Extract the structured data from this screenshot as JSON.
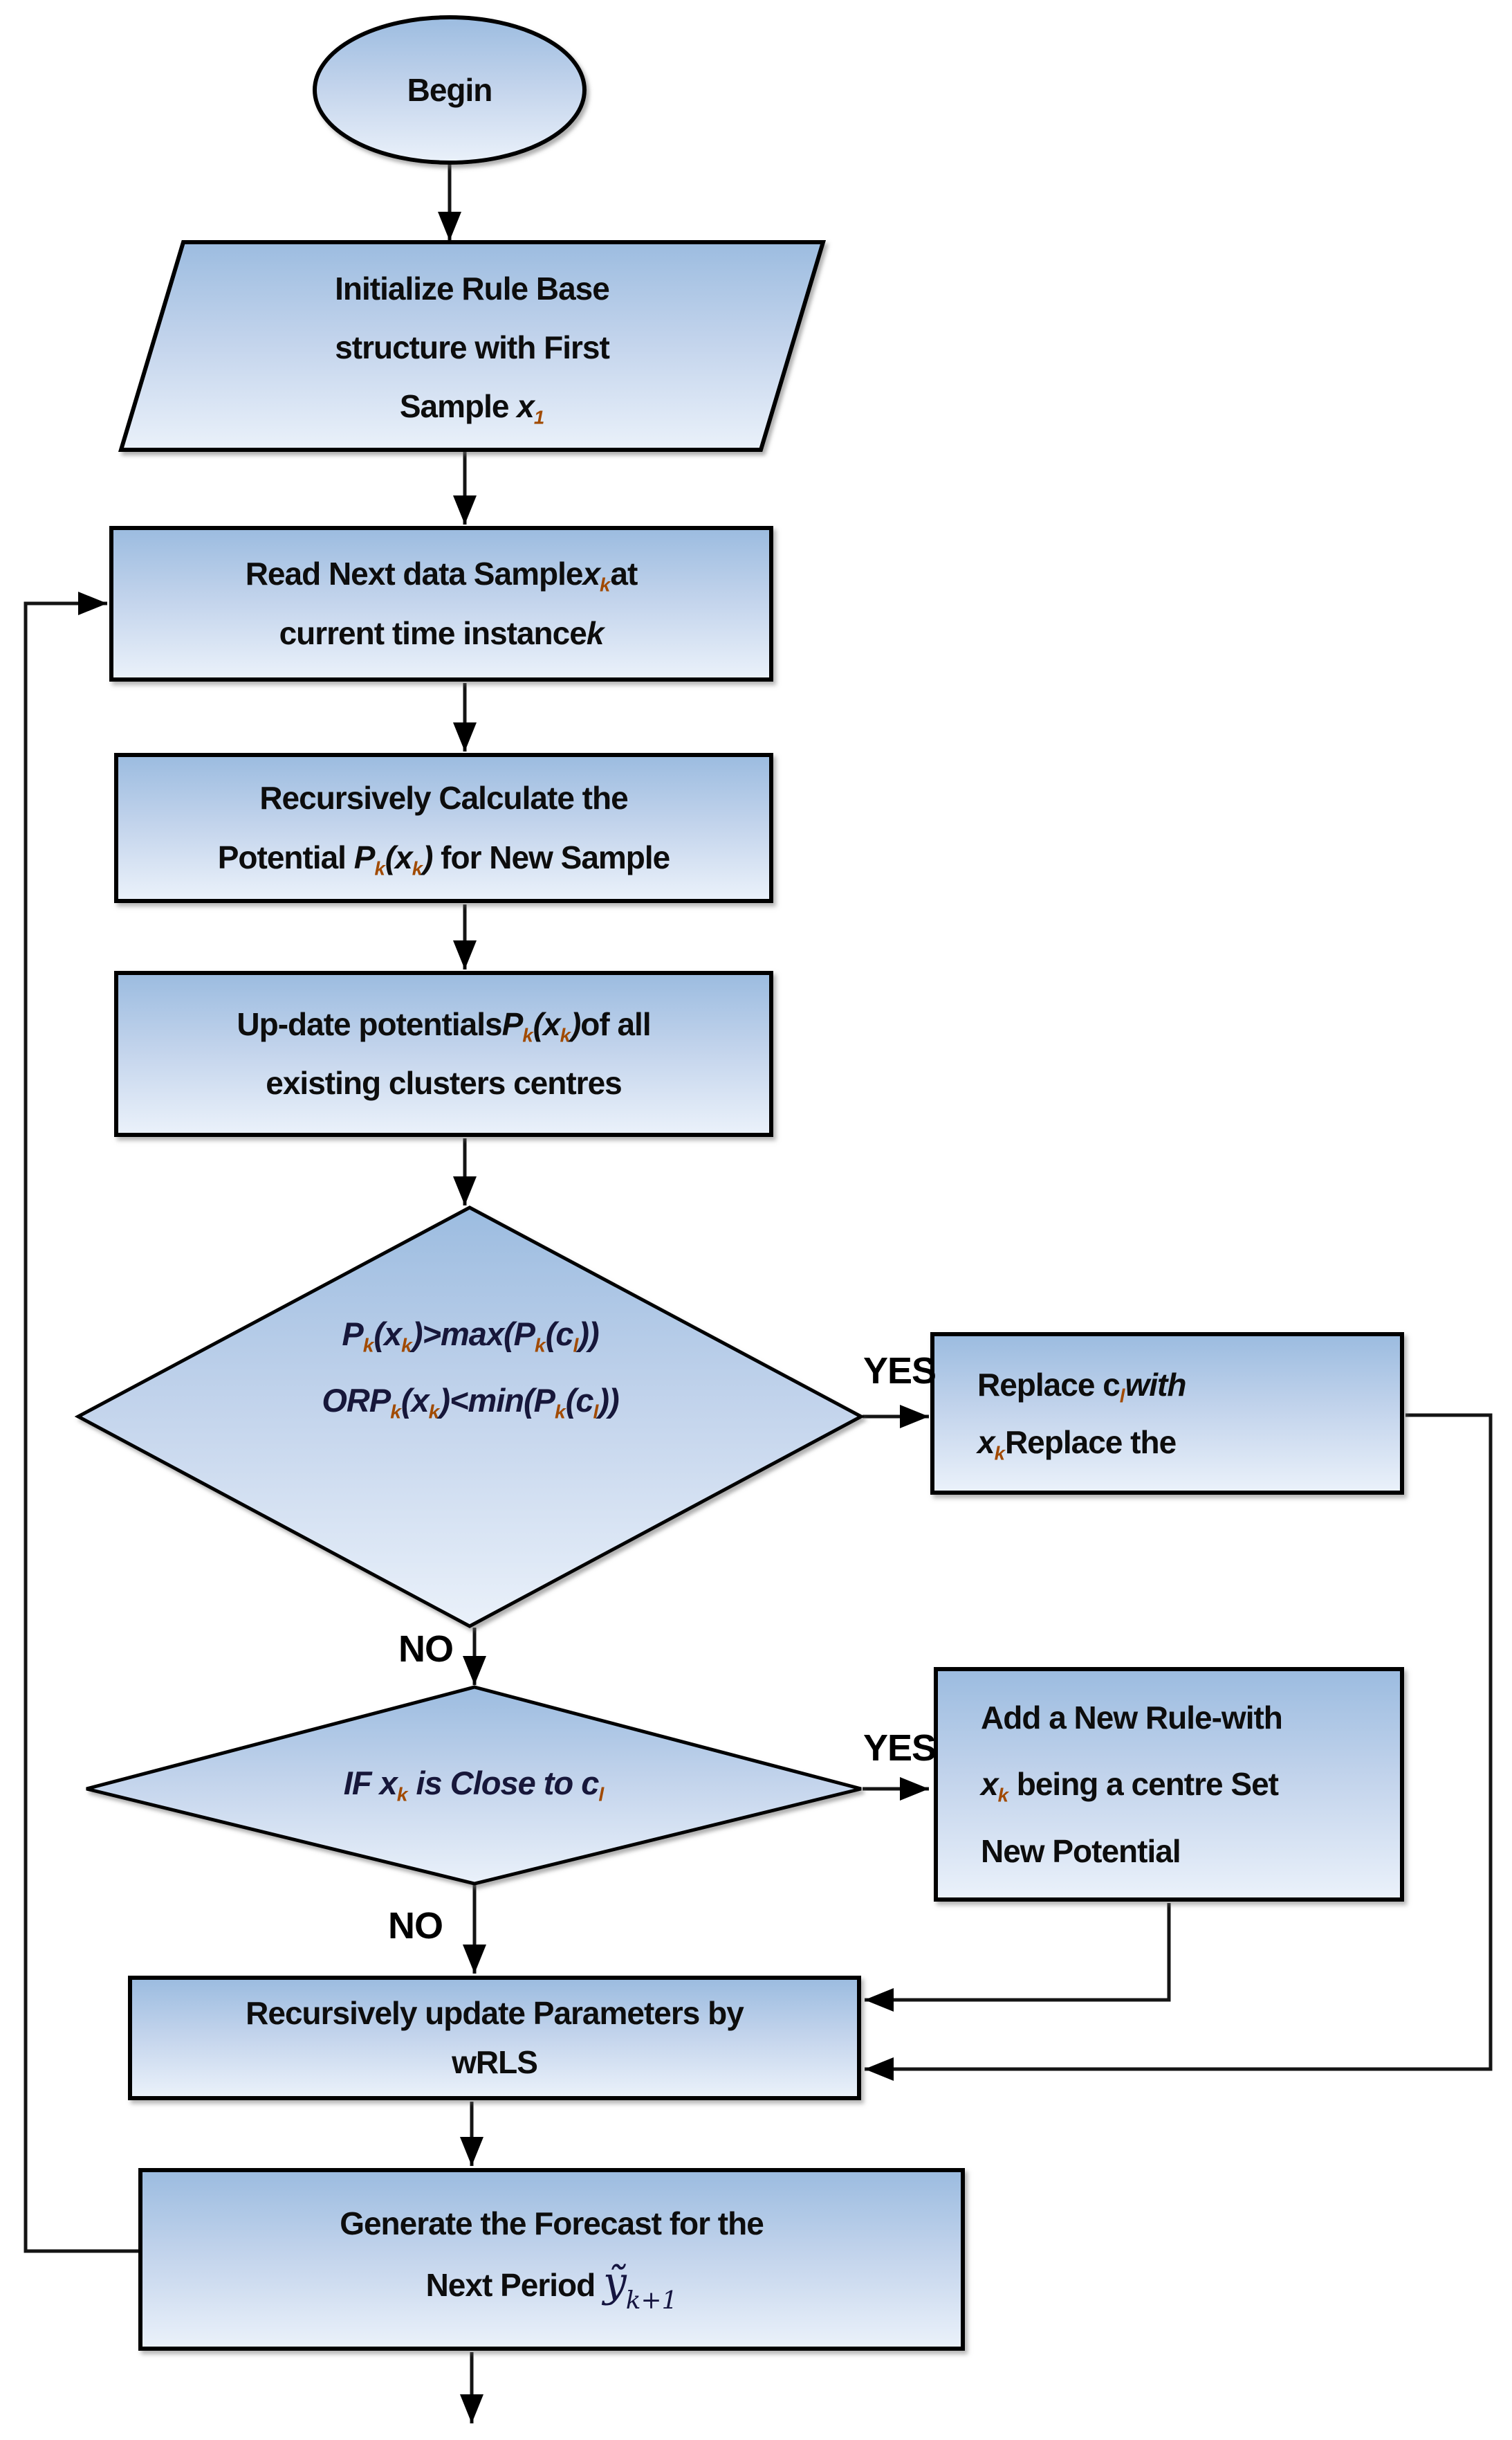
{
  "palette": {
    "shape_gradient_top": "#9cbce0",
    "shape_gradient_mid": "#c3d4ec",
    "shape_gradient_bottom": "#eaf1fa",
    "shape_border": "#000000",
    "connector": "#141414",
    "text": "#0d0d0d",
    "decision_text": "#17173a",
    "subscript_accent": "#a14a00",
    "math_accent": "#151540",
    "background": "#ffffff"
  },
  "labels": {
    "yes_replace": "YES",
    "no_replace": "NO",
    "yes_add": "YES",
    "no_add": "NO"
  },
  "nodes": {
    "begin": {
      "shape": "ellipse",
      "lines": [
        [
          [
            "Begin",
            "n"
          ]
        ]
      ]
    },
    "init": {
      "shape": "parallelogram",
      "lines": [
        [
          [
            "Initialize Rule Base",
            "n"
          ]
        ],
        [
          [
            "structure with First",
            "n"
          ]
        ],
        [
          [
            "Sample ",
            "n"
          ],
          [
            "x",
            "i"
          ],
          [
            "1",
            "s"
          ]
        ]
      ]
    },
    "read": {
      "shape": "process",
      "lines": [
        [
          [
            "Read Next data Sample",
            "n"
          ],
          [
            "x",
            "i"
          ],
          [
            "k",
            "s"
          ],
          [
            "at",
            "n"
          ]
        ],
        [
          [
            "current time instance",
            "n"
          ],
          [
            "k",
            "i"
          ]
        ]
      ]
    },
    "calc": {
      "shape": "process",
      "lines": [
        [
          [
            "Recursively Calculate the",
            "n"
          ]
        ],
        [
          [
            "Potential ",
            "n"
          ],
          [
            "P",
            "i"
          ],
          [
            "k",
            "s"
          ],
          [
            "(x",
            "i"
          ],
          [
            "k",
            "s"
          ],
          [
            ")",
            "i"
          ],
          [
            " for New Sample",
            "n"
          ]
        ]
      ]
    },
    "update": {
      "shape": "process",
      "lines": [
        [
          [
            "Up-date potentials",
            "n"
          ],
          [
            "P",
            "i"
          ],
          [
            "k",
            "s"
          ],
          [
            "(x",
            "i"
          ],
          [
            "k",
            "s"
          ],
          [
            ")",
            "i"
          ],
          [
            "of all",
            "n"
          ]
        ],
        [
          [
            "existing clusters centres",
            "n"
          ]
        ]
      ]
    },
    "decide_replace": {
      "shape": "decision",
      "lines": [
        [
          [
            "P",
            "n"
          ],
          [
            "k",
            "s"
          ],
          [
            "(x",
            "n"
          ],
          [
            "k",
            "s"
          ],
          [
            ")>max(P",
            "n"
          ],
          [
            "k",
            "s"
          ],
          [
            "(c",
            "n"
          ],
          [
            "l",
            "s"
          ],
          [
            "))",
            "n"
          ]
        ],
        [
          [
            "ORP",
            "n"
          ],
          [
            "k",
            "s"
          ],
          [
            "(x",
            "n"
          ],
          [
            "k",
            "s"
          ],
          [
            ")<min(P",
            "n"
          ],
          [
            "k",
            "s"
          ],
          [
            "(c",
            "n"
          ],
          [
            "l",
            "s"
          ],
          [
            "))",
            "n"
          ]
        ]
      ]
    },
    "replace": {
      "shape": "process",
      "lines": [
        [
          [
            "Replace c",
            "n"
          ],
          [
            "l",
            "s"
          ],
          [
            "with",
            "i"
          ]
        ],
        [
          [
            "x",
            "i"
          ],
          [
            "k",
            "s"
          ],
          [
            "Replace the",
            "n"
          ]
        ]
      ]
    },
    "decide_close": {
      "shape": "decision",
      "lines": [
        [
          [
            "IF x",
            "n"
          ],
          [
            "k",
            "s"
          ],
          [
            " is Close to c",
            "n"
          ],
          [
            "l",
            "s"
          ]
        ]
      ]
    },
    "add_rule": {
      "shape": "process",
      "lines": [
        [
          [
            "Add a New Rule-with",
            "n"
          ]
        ],
        [
          [
            "x",
            "i"
          ],
          [
            "k",
            "s"
          ],
          [
            " being a centre Set",
            "n"
          ]
        ],
        [
          [
            "New Potential",
            "n"
          ]
        ]
      ]
    },
    "wrls": {
      "shape": "process",
      "lines": [
        [
          [
            "Recursively update Parameters by",
            "n"
          ]
        ],
        [
          [
            "wRLS",
            "n"
          ]
        ]
      ]
    },
    "forecast": {
      "shape": "process",
      "lines": [
        [
          [
            "Generate the Forecast for the",
            "n"
          ]
        ],
        [
          [
            "Next Period ",
            "n"
          ],
          [
            "ỹ",
            "mi"
          ],
          [
            "k+1",
            "ms"
          ]
        ]
      ]
    }
  }
}
